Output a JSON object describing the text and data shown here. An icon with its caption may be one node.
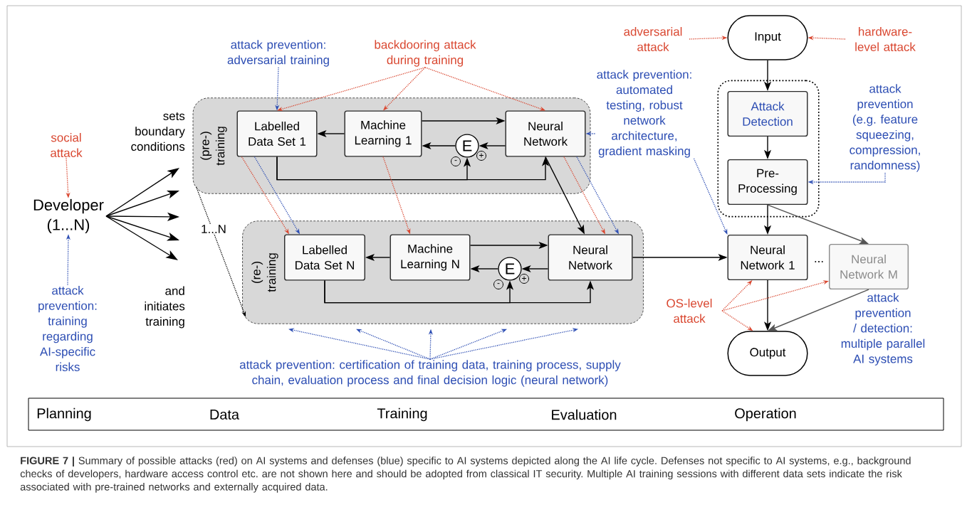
{
  "diagram": {
    "caption": "**FIGURE 7 |** Summary of possible attacks (red) on AI systems and defenses (blue) specific to AI systems depicted along the AI life cycle. Defenses not specific to AI systems, e.g., background checks of developers, hardware access control etc. are not shown here and should be adopted from classical IT security. Multiple AI training sessions with different data sets indicate the risk associated with pre-trained networks and externally acquired data.",
    "nodes": [
      {
        "text": [
          "(pre-) training"
        ]
      },
      {
        "text": [
          "Labelled Data Set 1"
        ],
        "in": 0
      },
      {
        "text": [
          "Machine Learning 1"
        ],
        "in": 0
      },
      {
        "text": [
          "Neural Network"
        ],
        "in": 0
      },
      {
        "text": [
          "E"
        ],
        "in": 0,
        "beside": [
          "-",
          "+"
        ]
      },
      {
        "text": [
          "(re-) training"
        ]
      },
      {
        "text": [
          "Labelled Data Set N"
        ],
        "in": 5
      },
      {
        "text": [
          "Machine Learning N"
        ],
        "in": 5
      },
      {
        "text": [
          "Neural Network"
        ],
        "in": 5
      },
      {
        "text": [
          "E"
        ],
        "in": 5,
        "beside": [
          "-",
          "+"
        ]
      },
      {
        "text": [
          "Developer (1...N)"
        ]
      },
      {
        "text": [
          "social attack"
        ]
      },
      {
        "text": [
          "attack prevention: training regarding AI-specific risks"
        ]
      },
      {
        "text": [
          "attack prevention: adversarial training"
        ]
      },
      {
        "text": [
          "backdooring attack during training"
        ]
      },
      {
        "text": [
          "attack prevention: automated testing, robust network architecture, gradient masking"
        ]
      },
      {
        "text": [
          "Input"
        ]
      },
      {
        "text": [
          "adversarial attack"
        ]
      },
      {
        "text": [
          "hardware-level attack"
        ]
      },
      {
        "text": [],
        "shape": "box"
      },
      {
        "text": [
          "Attack Detection"
        ],
        "in": 19
      },
      {
        "text": [
          "Pre-Processing"
        ],
        "in": 19
      },
      {
        "text": [
          "attack prevention (e.g. feature squeezing, compression, randomness)"
        ]
      },
      {
        "text": [
          "Neural Network 1"
        ]
      },
      {
        "text": [
          "Neural Network M"
        ]
      },
      {
        "text": [
          "Output"
        ]
      },
      {
        "text": [
          "OS-level attack"
        ]
      },
      {
        "text": [
          "attack prevention: certification of training data, training process, supply chain, evaluation process and final decision logic (neural network)"
        ]
      }
    ],
    "edges": [
      {
        "from": 2,
        "to": 1,
        "arrow": "to"
      },
      {
        "from": 2,
        "to": 3,
        "arrow": "to"
      },
      {
        "from": 3,
        "to": 4,
        "arrow": "to"
      },
      {
        "from": 4,
        "to": 2,
        "arrow": "to"
      },
      {
        "from": 1,
        "to": 4,
        "arrow": "to"
      },
      {
        "from": 1,
        "to": 3,
        "arrow": "to"
      },
      {
        "from": 7,
        "to": 6,
        "arrow": "to"
      },
      {
        "from": 7,
        "to": 8,
        "arrow": "to"
      },
      {
        "from": 8,
        "to": 9,
        "arrow": "to"
      },
      {
        "from": 9,
        "to": 7,
        "arrow": "to"
      },
      {
        "from": 6,
        "to": 9,
        "arrow": "to"
      },
      {
        "from": 6,
        "to": 8,
        "arrow": "to"
      },
      {
        "from": 3,
        "to": 8,
        "arrow": "to"
      },
      {
        "from": 8,
        "to": 23,
        "arrow": "to"
      },
      {
        "from": 16,
        "to": 20,
        "arrow": "to"
      },
      {
        "from": 20,
        "to": 21,
        "arrow": "to"
      },
      {
        "from": 21,
        "to": 23,
        "arrow": "to"
      },
      {
        "from": 21,
        "to": 24,
        "arrow": "to",
        "color": "#555555"
      },
      {
        "from": 23,
        "to": 25,
        "arrow": "to"
      },
      {
        "from": 24,
        "to": 25,
        "arrow": "to",
        "color": "#555555"
      },
      {
        "from": 10,
        "to": null,
        "arrow": "to"
      },
      {
        "from": 10,
        "to": null,
        "arrow": "to"
      },
      {
        "from": 10,
        "to": null,
        "arrow": "to"
      },
      {
        "from": 10,
        "to": null,
        "arrow": "to"
      },
      {
        "from": 10,
        "to": null,
        "arrow": "to"
      },
      {
        "from": 11,
        "to": 10,
        "arrow": "to",
        "style": "dashed",
        "color": "#d9462f"
      },
      {
        "from": 12,
        "to": 10,
        "arrow": "to",
        "style": "dashed",
        "color": "#2c4db3"
      },
      {
        "from": 13,
        "to": 1,
        "arrow": "to",
        "style": "dashed",
        "color": "#2c4db3"
      },
      {
        "from": 14,
        "to": 1,
        "arrow": "to",
        "style": "dashed",
        "color": "#d9462f"
      },
      {
        "from": 14,
        "to": 2,
        "arrow": "to",
        "style": "dashed",
        "color": "#d9462f"
      },
      {
        "from": 14,
        "to": 3,
        "arrow": "to",
        "style": "dashed",
        "color": "#d9462f"
      },
      {
        "from": 1,
        "to": 6,
        "arrow": "to",
        "style": "dashed",
        "color": "#d9462f"
      },
      {
        "from": 1,
        "to": 6,
        "arrow": "to",
        "style": "dashed",
        "color": "#2c4db3"
      },
      {
        "from": 2,
        "to": 7,
        "arrow": "to",
        "style": "dashed",
        "color": "#d9462f"
      },
      {
        "from": 3,
        "to": 8,
        "arrow": "to",
        "style": "dashed",
        "color": "#d9462f"
      },
      {
        "from": 3,
        "to": 8,
        "arrow": "to",
        "style": "dashed",
        "color": "#2c4db3"
      },
      {
        "from": 15,
        "to": 3,
        "arrow": "to",
        "style": "dashed",
        "color": "#2c4db3"
      },
      {
        "from": 15,
        "to": 23,
        "arrow": "to",
        "style": "dashed",
        "color": "#2c4db3"
      },
      {
        "from": 0,
        "to": 5,
        "arrow": "to",
        "style": "dashed",
        "label": "1...N"
      },
      {
        "from": 17,
        "to": 16,
        "arrow": "to",
        "style": "dashed",
        "color": "#d9462f"
      },
      {
        "from": 18,
        "to": 16,
        "arrow": "to",
        "style": "dashed",
        "color": "#d9462f"
      },
      {
        "from": 22,
        "to": 21,
        "arrow": "to",
        "style": "dashed",
        "color": "#2c4db3"
      },
      {
        "from": 26,
        "to": 23,
        "arrow": "to",
        "style": "dashed",
        "color": "#d9462f"
      },
      {
        "from": 26,
        "to": 24,
        "arrow": "to",
        "style": "dashed",
        "color": "#d9462f"
      },
      {
        "from": 26,
        "to": 25,
        "arrow": "to",
        "style": "dashed",
        "color": "#d9462f"
      },
      {
        "from": 27,
        "to": 5,
        "arrow": "to",
        "style": "dashed",
        "color": "#2c4db3"
      },
      {
        "from": 27,
        "to": 5,
        "arrow": "to",
        "style": "dashed",
        "color": "#2c4db3"
      },
      {
        "from": 27,
        "to": 5,
        "arrow": "to",
        "style": "dashed",
        "color": "#2c4db3"
      },
      {
        "from": 27,
        "to": 5,
        "arrow": "to",
        "style": "dashed",
        "color": "#2c4db3"
      },
      {
        "from": 27,
        "to": 5,
        "arrow": "to",
        "style": "dashed",
        "color": "#2c4db3"
      }
    ],
    "labels": [
      "sets boundary conditions",
      "and initiates training",
      "...",
      "attack prevention / detection: multiple parallel AI systems",
      "Planning",
      "Data",
      "Training",
      "Evaluation",
      "Operation"
    ]
  }
}
